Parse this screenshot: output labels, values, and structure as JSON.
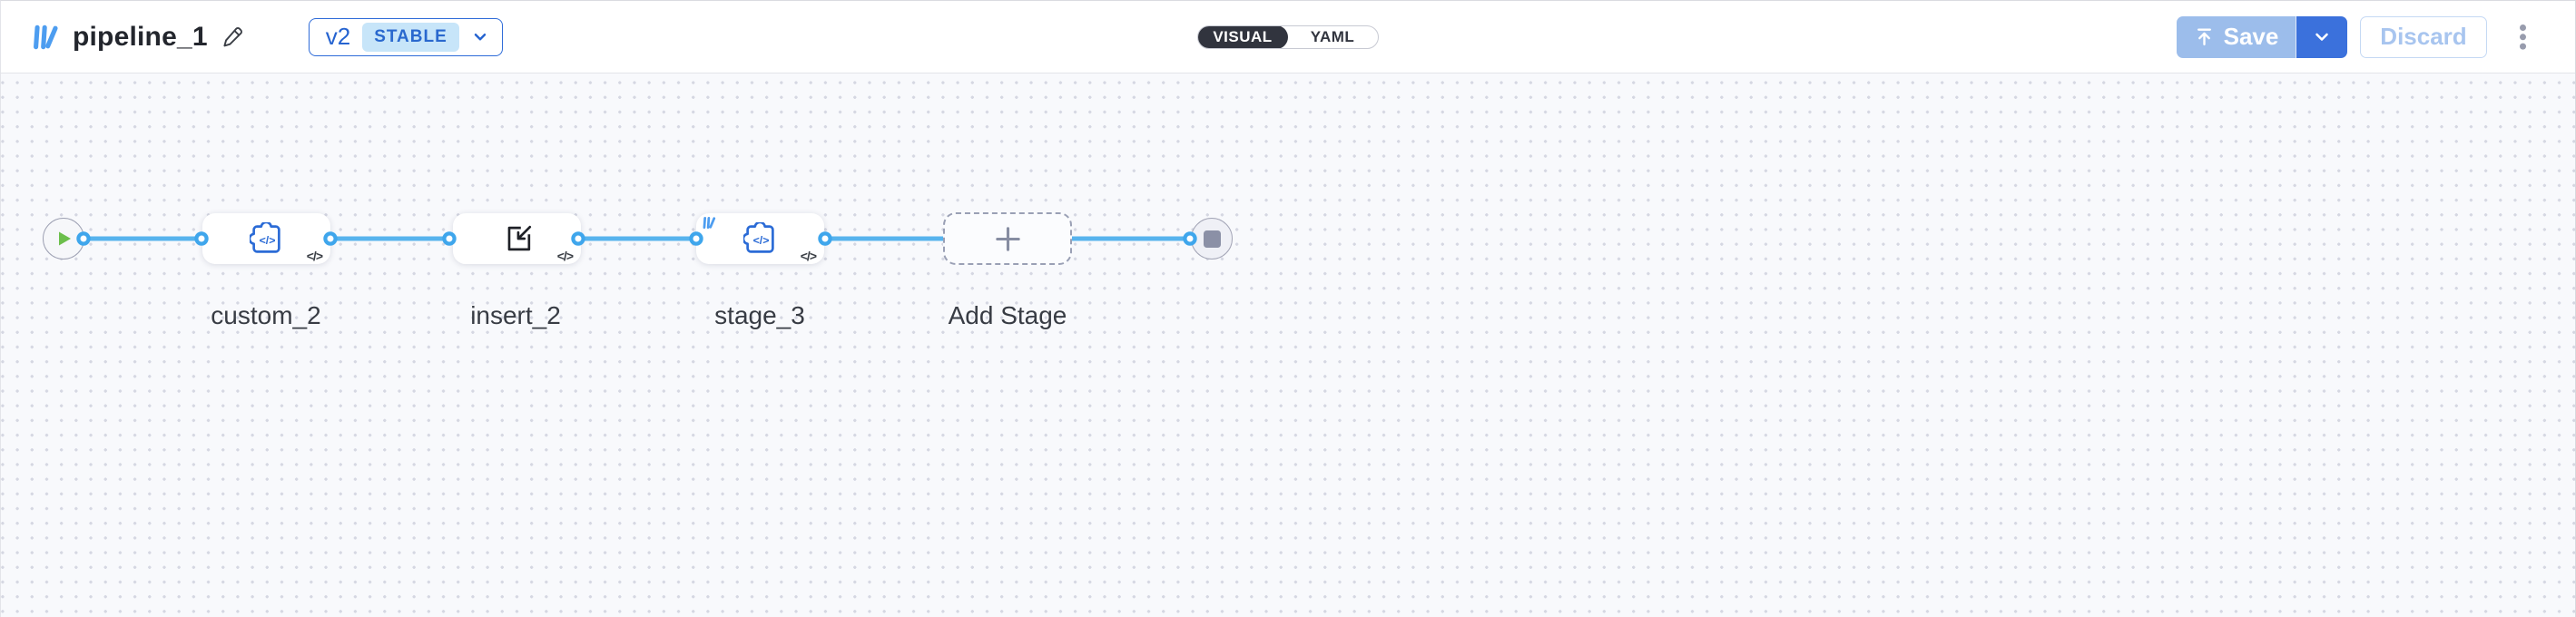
{
  "header": {
    "title": "pipeline_1",
    "version": {
      "label": "v2",
      "status_badge": "STABLE"
    },
    "view_toggle": {
      "visual": "VISUAL",
      "yaml": "YAML",
      "selected": "VISUAL"
    },
    "save_label": "Save",
    "discard_label": "Discard"
  },
  "canvas": {
    "code_badge": "</>",
    "stages": [
      {
        "label": "custom_2",
        "icon": "puzzle-code-icon"
      },
      {
        "label": "insert_2",
        "icon": "import-icon"
      },
      {
        "label": "stage_3",
        "icon": "puzzle-code-icon",
        "corner_logo": true
      },
      {
        "label": "Add Stage",
        "icon": "plus-icon",
        "placeholder": true
      }
    ],
    "start_node": "play",
    "end_node": "stop"
  },
  "colors": {
    "accent_blue": "#3B71DC",
    "wire_blue": "#57B3ED",
    "connector_ring_blue": "#3FA6EC",
    "save_disabled_blue": "#9CBDEB",
    "discard_text_blue": "#A8C5EF",
    "stable_badge_bg": "#C7E5F9",
    "stable_badge_text": "#2968CE",
    "canvas_bg": "#F8F9FC",
    "node_icon_blue": "#2B6BD6",
    "logo_blue": "#4D9DF0",
    "play_green": "#6CBF4C",
    "toggle_dark": "#31343E"
  }
}
